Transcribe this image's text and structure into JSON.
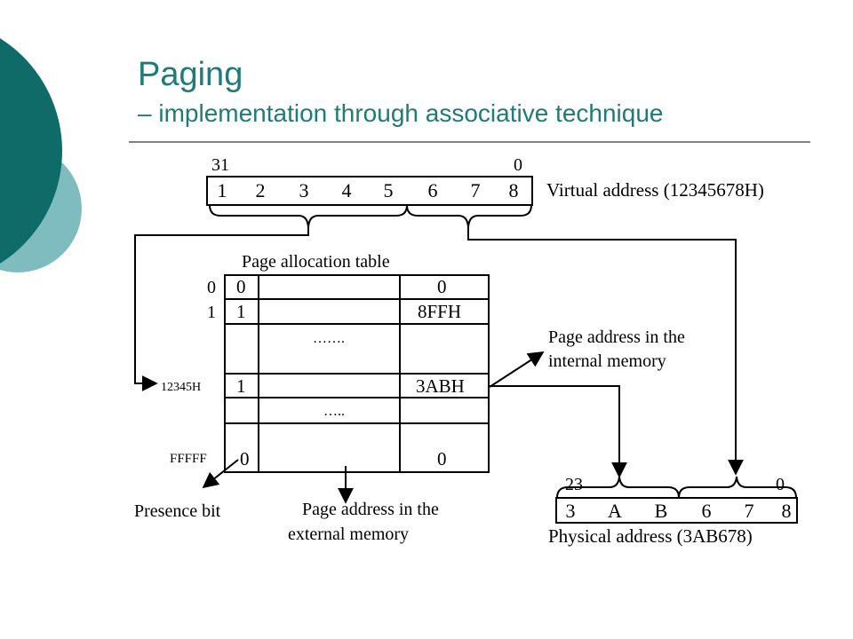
{
  "slide": {
    "title": "Paging",
    "subtitle": "– implementation through associative technique"
  },
  "colors": {
    "title": "#1f7b78",
    "circle_dark": "#0f6b68",
    "circle_light": "#7fbcc0",
    "line": "#000000"
  },
  "virtual": {
    "bit_high": "31",
    "bit_low": "0",
    "digits": [
      "1",
      "2",
      "3",
      "4",
      "5",
      "6",
      "7",
      "8"
    ],
    "label": "Virtual address (12345678H)"
  },
  "table": {
    "title": "Page allocation table",
    "index_labels": [
      "0",
      "1",
      "12345H",
      "FFFFF"
    ],
    "rows": [
      {
        "presence": "0",
        "address": "0"
      },
      {
        "presence": "1",
        "address": "8FFH"
      },
      {
        "dots": "……."
      },
      {
        "presence": "1",
        "address": "3ABH"
      },
      {
        "dots": "….."
      },
      {
        "presence": "0",
        "address": "0"
      }
    ]
  },
  "annotations": {
    "internal_line1": "Page address in the",
    "internal_line2": "internal memory",
    "presence_bit": "Presence bit",
    "external_line1": "Page address in the",
    "external_line2": "external memory"
  },
  "physical": {
    "bit_high": "23",
    "bit_low": "0",
    "digits": [
      "3",
      "A",
      "B",
      "6",
      "7",
      "8"
    ],
    "label": "Physical address (3AB678)"
  }
}
